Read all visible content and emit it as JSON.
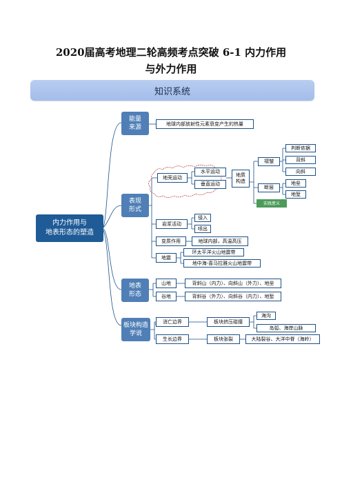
{
  "title": {
    "line1": "2020届高考地理二轮高频考点突破 6-1 内力作用",
    "line2": "与外力作用"
  },
  "banner": "知识系统",
  "colors": {
    "dark_box": "#1e5b97",
    "branch_box": "#4f7fb6",
    "green_box": "#4c9b5a",
    "line": "#1a4f86"
  },
  "map": {
    "root": [
      "内力作用与",
      "地表形态的塑造"
    ],
    "energy": {
      "label": [
        "能量",
        "来源"
      ],
      "desc": "地球内部放射性元素衰变产生的热量"
    },
    "expression": {
      "label": [
        "表现",
        "形式"
      ],
      "crust": "地壳运动",
      "horizontal": "水平运动",
      "vertical": "垂直运动",
      "structure": [
        "地质",
        "构造"
      ],
      "fold": "褶皱",
      "fold_items": [
        "判断依据",
        "背斜",
        "向斜"
      ],
      "fault": "断层",
      "fault_items": [
        "地垒",
        "地堑"
      ],
      "practice": "实践意义",
      "magma": "岩浆活动",
      "magma_items": [
        "侵入",
        "喷出"
      ],
      "meta": "变质作用",
      "meta_desc": "地球内部，高温高压",
      "quake": "地震",
      "quake_items": [
        "环太平洋火山地震带",
        "地中海-喜马拉雅火山地震带"
      ]
    },
    "landform": {
      "label": [
        "地表",
        "形态"
      ],
      "mountain": "山地",
      "mountain_desc": "背斜山（内力）、向斜山（外力）、地垒",
      "valley": "谷地",
      "valley_desc": "背斜谷（外力）、向斜谷（内力）、地堑"
    },
    "plate": {
      "label": [
        "板块构造",
        "学说"
      ],
      "destructive": "消亡边界",
      "collision": "板块挤压碰撞",
      "collision_items": [
        "海沟",
        "岛弧、海岸山脉"
      ],
      "constructive": "生长边界",
      "tension": "板块张裂",
      "tension_desc": "大陆裂谷、大洋中脊（海岭）"
    }
  }
}
